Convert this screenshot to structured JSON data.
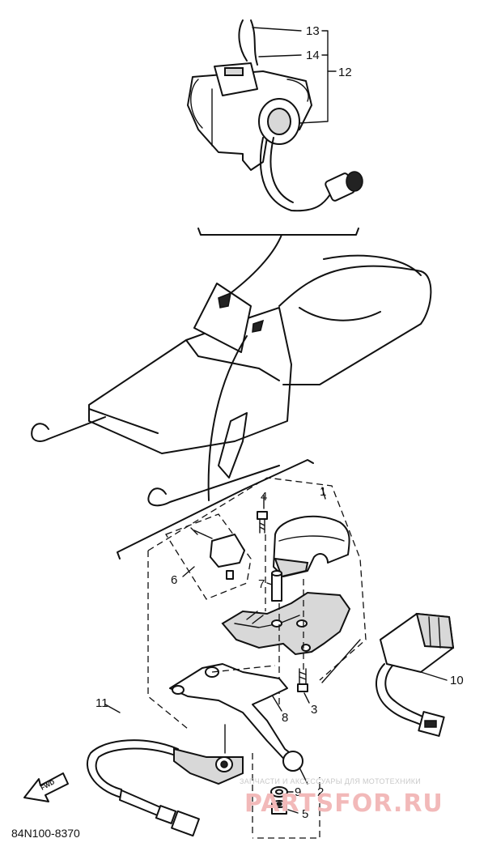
{
  "callouts": {
    "c1": "1",
    "c2": "2",
    "c3": "3",
    "c4": "4",
    "c5": "5",
    "c6": "6",
    "c7": "7",
    "c8": "8",
    "c9": "9",
    "c10": "10",
    "c11": "11",
    "c12": "12",
    "c13": "13",
    "c14": "14"
  },
  "diagram_code": "84N100-8370",
  "forward_label": "FWD",
  "watermark": {
    "tagline": "ЗАПЧАСТИ И АКСЕССУАРЫ ДЛЯ МОТОТЕХНИКИ",
    "brand": "PARTSFOR.RU"
  }
}
